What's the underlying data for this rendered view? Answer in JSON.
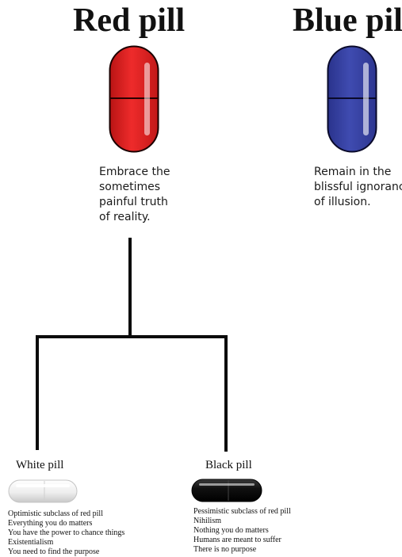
{
  "red": {
    "title": "Red pill",
    "lines": [
      "Embrace the",
      "sometimes",
      "painful truth",
      "of reality."
    ],
    "color": "#e02626"
  },
  "blue": {
    "title": "Blue pil",
    "lines": [
      "Remain in the",
      "blissful ignorance",
      "of illusion."
    ],
    "color": "#3a45a8"
  },
  "white": {
    "title": "White pill",
    "items": [
      "Optimistic subclass of red pill",
      "Everything you do matters",
      "You have the power to chance things",
      "Existentialism",
      "You need to find the purpose"
    ],
    "color": "#f2f2f2"
  },
  "black": {
    "title": "Black pill",
    "items": [
      "Pessimistic subclass of red pill",
      "Nihilism",
      "Nothing you do matters",
      "Humans are meant to suffer",
      "There is no purpose"
    ],
    "color": "#111111"
  }
}
